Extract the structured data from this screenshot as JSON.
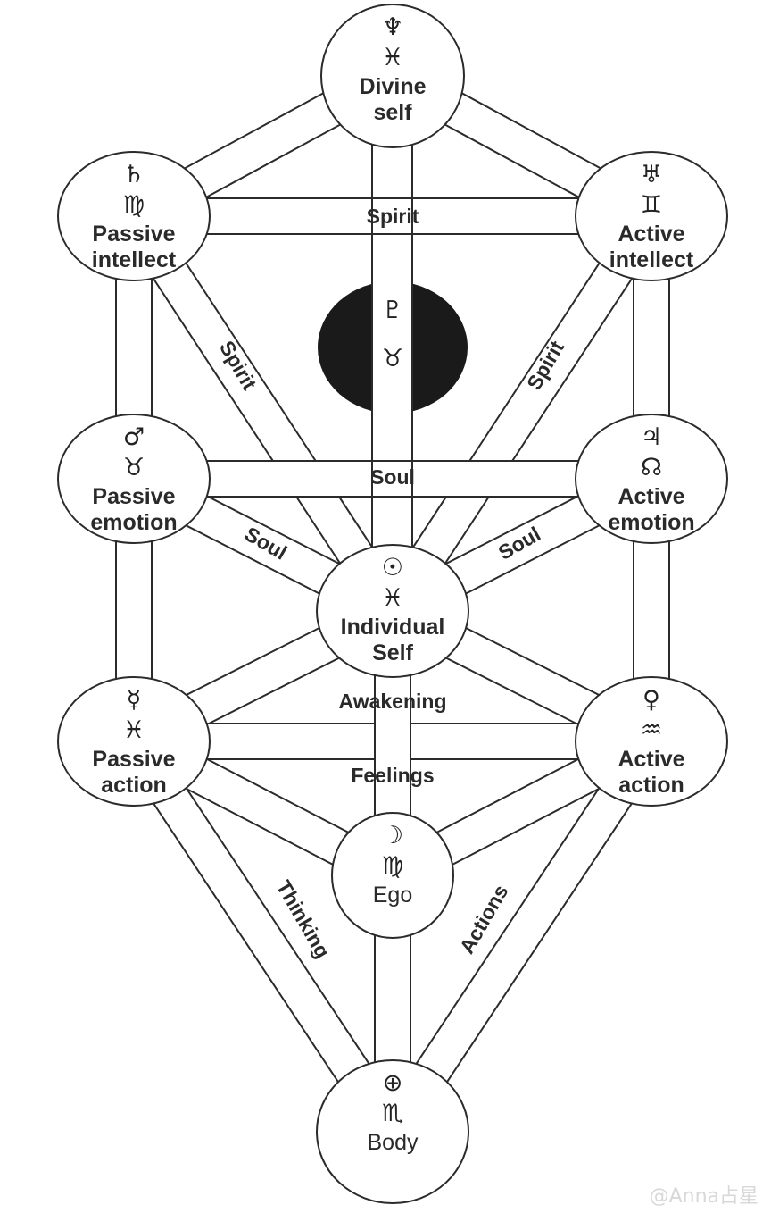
{
  "diagram": {
    "title": "Tree of Life with astrological correspondences",
    "nodes": [
      {
        "id": "divine-self",
        "planet_glyph": "♆",
        "planet": "Neptune",
        "sign_glyph": "♓",
        "sign": "Pisces",
        "label": [
          "Divine",
          "self"
        ]
      },
      {
        "id": "passive-intellect",
        "planet_glyph": "♄",
        "planet": "Saturn",
        "sign_glyph": "♍",
        "sign": "Virgo",
        "label": [
          "Passive",
          "intellect"
        ]
      },
      {
        "id": "active-intellect",
        "planet_glyph": "♅",
        "planet": "Uranus",
        "sign_glyph": "♊",
        "sign": "Gemini",
        "label": [
          "Active",
          "intellect"
        ]
      },
      {
        "id": "hidden",
        "planet_glyph": "♇",
        "planet": "Pluto",
        "sign_glyph": "♉",
        "sign": "Taurus",
        "label": []
      },
      {
        "id": "passive-emotion",
        "planet_glyph": "♂",
        "planet": "Mars",
        "sign_glyph": "♉",
        "sign": "Taurus",
        "label": [
          "Passive",
          "emotion"
        ]
      },
      {
        "id": "active-emotion",
        "planet_glyph": "♃",
        "planet": "Jupiter",
        "sign_glyph": "☊",
        "sign": "North Node",
        "label": [
          "Active",
          "emotion"
        ]
      },
      {
        "id": "individual-self",
        "planet_glyph": "☉",
        "planet": "Sun",
        "sign_glyph": "♓",
        "sign": "Pisces",
        "label": [
          "Individual",
          "Self"
        ]
      },
      {
        "id": "passive-action",
        "planet_glyph": "☿",
        "planet": "Mercury",
        "sign_glyph": "♓",
        "sign": "Pisces",
        "label": [
          "Passive",
          "action"
        ]
      },
      {
        "id": "active-action",
        "planet_glyph": "♀",
        "planet": "Venus",
        "sign_glyph": "♒",
        "sign": "Aquarius",
        "label": [
          "Active",
          "action"
        ]
      },
      {
        "id": "ego",
        "planet_glyph": "☽",
        "planet": "Moon",
        "sign_glyph": "♍",
        "sign": "Virgo",
        "label": [
          "Ego"
        ]
      },
      {
        "id": "body",
        "planet_glyph": "⊕",
        "planet": "Earth",
        "sign_glyph": "♏",
        "sign": "Scorpio",
        "label": [
          "Body"
        ]
      }
    ],
    "path_labels": {
      "spirit_top": "Spirit",
      "spirit_left": "Spirit",
      "spirit_right": "Spirit",
      "soul_mid": "Soul",
      "soul_left": "Soul",
      "soul_right": "Soul",
      "awakening": "Awakening",
      "feelings": "Feelings",
      "thinking": "Thinking",
      "actions": "Actions"
    }
  },
  "watermark": "@Anna占星"
}
